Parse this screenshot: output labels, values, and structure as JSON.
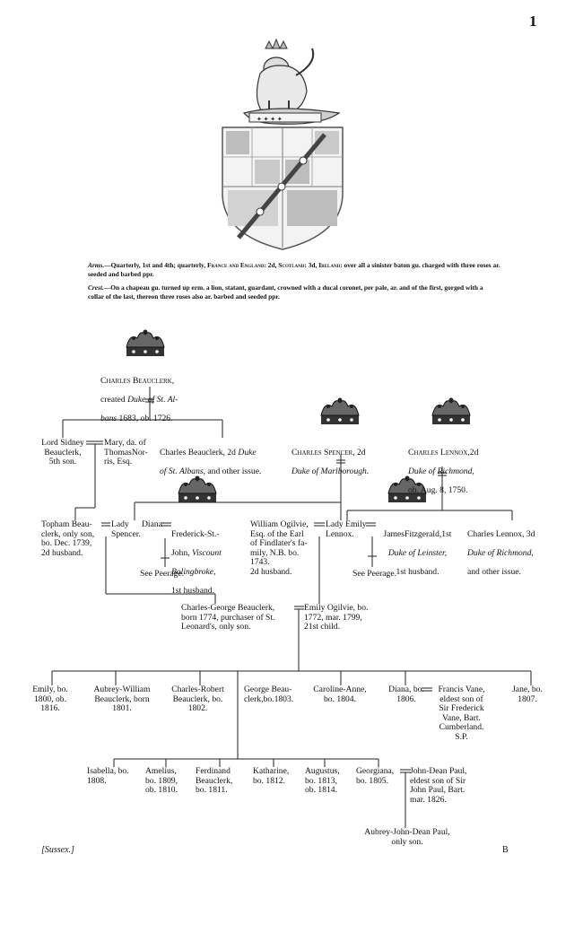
{
  "page": {
    "number": "1",
    "footer_left": "[Sussex.]",
    "footer_right": "B"
  },
  "arms": {
    "label": "Arms.",
    "text_parts": [
      "—Quarterly, 1st and 4th; quarterly, ",
      "France and England",
      ": 2d, ",
      "Scotland",
      ": 3d, ",
      "Ireland",
      ": over all a sinister baton gu. charged with three roses ar. seeded and barbed ppr."
    ]
  },
  "crest": {
    "label": "Crest.",
    "text": "—On a chapeau gu. turned up erm. a lion, statant, guardant, crowned with a ducal coronet, per pale, ar. and of the first, gorged with a collar of the last, thereon three roses also ar. barbed and seeded ppr."
  },
  "people": {
    "charles_beauclerk": {
      "name": "Charles Beauclerk,",
      "l2": "created",
      "title": "Duke of St. Al-",
      "title2": "bans",
      "l4": "1683, ob. 1726."
    },
    "lord_sidney": "Lord Sidney\nBeauclerk,\n5th son.",
    "mary": "Mary, da. of\nThomasNor-\nris, Esq.",
    "charles_2d": {
      "a": "Charles Beauclerk, 2d",
      "title": "Duke",
      "b": "of St. Albans,",
      "c": "and other issue."
    },
    "charles_spencer": {
      "name": "Charles Spencer,",
      "suffix": " 2d",
      "title": "Duke of Marlborough."
    },
    "charles_lennox": {
      "name": "Charles Lennox,",
      "suffix": "2d",
      "title": "Duke of Richmond,",
      "l3": "ob. Aug. 8, 1750."
    },
    "topham": "Topham Beau-\nclerk, only son,\nbo. Dec. 1739,\n2d husband.",
    "lady_spencer": "Lady\nSpencer.",
    "diana": "Diana",
    "frederick": {
      "a": "Frederick-St.-",
      "b": "John,",
      "title": "Viscount",
      "title2": "Bolingbroke,",
      "c": "1st husband."
    },
    "see_peerage_1": "See Peerage.",
    "william_ogilvie": "William Ogilvie,\nEsq. of the Earl\nof Findlater's fa-\nmily, N.B. bo.\n1743.\n2d husband.",
    "lady_emily": "Lady Emily\nLennox.",
    "james_fitzgerald": {
      "a": "JamesFitzgerald,1st",
      "title": "Duke of Leinster,",
      "b": "1st husband."
    },
    "see_peerage_2": "See Peerage.",
    "charles_lennox_3d": {
      "a": "Charles Lennox, 3d",
      "title": "Duke of Richmond,",
      "b": "and other issue."
    },
    "charles_george": "Charles-George Beauclerk,\nborn 1774, purchaser of St.\nLeonard's, only son.",
    "emily_ogilvie": "Emily Ogilvie, bo.\n1772, mar. 1799,\n21st child.",
    "gen3_row1": [
      "Emily, bo.\n1800, ob.\n1816.",
      "Aubrey-William\nBeauclerk, born\n1801.",
      "Charles-Robert\nBeauclerk, bo.\n1802.",
      "George Beau-\nclerk,bo.1803.",
      "Caroline-Anne,\nbo. 1804.",
      "Diana, bo.\n1806.",
      "Jane, bo.\n1807."
    ],
    "francis_vane": "Francis Vane,\neldest son of\nSir Frederick\nVane, Bart.\nCumberland.\nS.P.",
    "gen3_row2": [
      "Isabella, bo.\n1808.",
      "Amelius,\nbo. 1809,\nob. 1810.",
      "Ferdinand\nBeauclerk,\nbo. 1811.",
      "Katharine,\nbo. 1812.",
      "Augustus,\nbo. 1813,\nob. 1814.",
      "Georgiana,\nbo. 1805."
    ],
    "john_dean_paul": "John-Dean Paul,\neldest son of Sir\nJohn Paul, Bart.\nmar. 1826.",
    "aubrey_john": "Aubrey-John-Dean Paul,\nonly son."
  }
}
